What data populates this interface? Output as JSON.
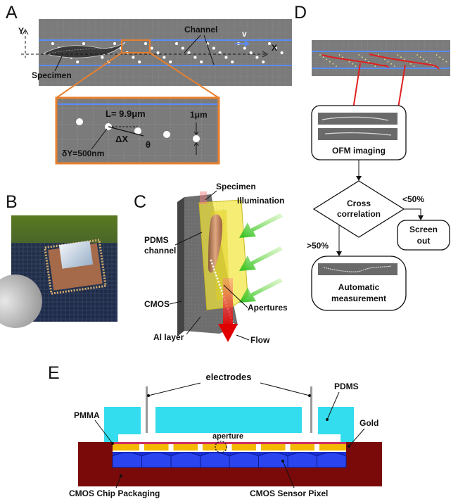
{
  "panels": {
    "a": "A",
    "b": "B",
    "c": "C",
    "d": "D",
    "e": "E"
  },
  "panel_a": {
    "axis_y": "Y",
    "axis_x": "X",
    "velocity": "v",
    "channel": "Channel",
    "specimen": "Specimen",
    "length": "L= 9.9μm",
    "delta_x": "ΔX",
    "theta": "θ",
    "delta_y": "δY=500nm",
    "aperture_size": "1μm"
  },
  "panel_c": {
    "specimen": "Specimen",
    "illumination": "Illumination",
    "pdms_1": "PDMS",
    "pdms_2": "channel",
    "cmos": "CMOS",
    "apertures": "Apertures",
    "al_layer": "Al layer",
    "flow": "Flow"
  },
  "panel_d": {
    "ofm": "OFM imaging",
    "cross_1": "Cross",
    "cross_2": "correlation",
    "lt50": "<50%",
    "gt50": ">50%",
    "screen_1": "Screen",
    "screen_2": "out",
    "auto_1": "Automatic",
    "auto_2": "measurement"
  },
  "panel_e": {
    "electrodes": "electrodes",
    "pdms": "PDMS",
    "pmma": "PMMA",
    "gold": "Gold",
    "aperture": "aperture",
    "packaging": "CMOS Chip Packaging",
    "pixel": "CMOS Sensor Pixel"
  },
  "colors": {
    "orange": "#e8802e",
    "blue_line": "#5a8cff",
    "red": "#e02020",
    "cyan": "#33ddee",
    "pixel_blue": "#1a2fd6",
    "packaging": "#7a0a0a",
    "gold": "#f5b800"
  }
}
